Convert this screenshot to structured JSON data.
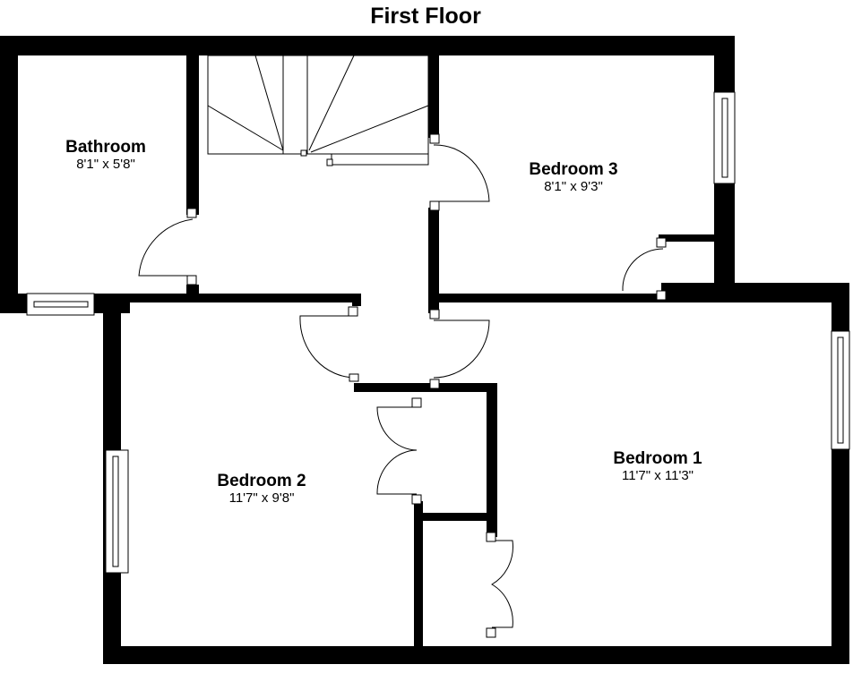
{
  "title": "First Floor",
  "rooms": [
    {
      "name": "Bathroom",
      "size": "8'1\" x 5'8\""
    },
    {
      "name": "Bedroom 3",
      "size": "8'1\" x 9'3\""
    },
    {
      "name": "Bedroom 2",
      "size": "11'7\" x 9'8\""
    },
    {
      "name": "Bedroom 1",
      "size": "11'7\" x 11'3\""
    }
  ],
  "colors": {
    "wall": "#000000",
    "background": "#ffffff"
  }
}
